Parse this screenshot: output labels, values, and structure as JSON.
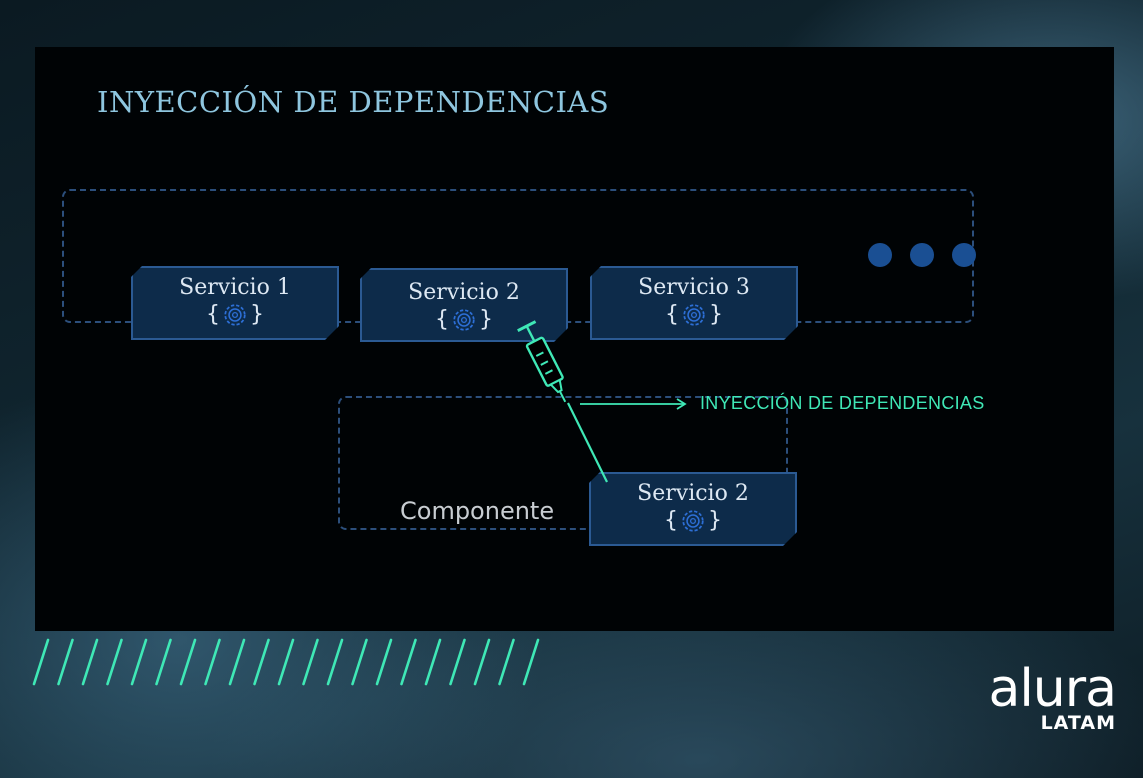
{
  "slide": {
    "title": "INYECCIÓN DE DEPENDENCIAS"
  },
  "services": [
    {
      "name": "Servicio 1",
      "brace_open": "{",
      "brace_close": "}",
      "icon": "gear-icon"
    },
    {
      "name": "Servicio 2",
      "brace_open": "{",
      "brace_close": "}",
      "icon": "gear-icon"
    },
    {
      "name": "Servicio 3",
      "brace_open": "{",
      "brace_close": "}",
      "icon": "gear-icon"
    }
  ],
  "component": {
    "label": "Componente",
    "service": {
      "name": "Servicio 2",
      "brace_open": "{",
      "brace_close": "}",
      "icon": "gear-icon"
    }
  },
  "injection": {
    "label": "INYECCIÓN DE DEPENDENCIAS",
    "icon": "syringe-icon"
  },
  "more_indicator": {
    "icon": "ellipsis-dots-icon"
  },
  "brand": {
    "name": "alura",
    "region": "LATAM"
  },
  "colors": {
    "title": "#8ec6df",
    "accent": "#3fe8b6",
    "card_bg": "#0d2b4a",
    "card_border": "#2b5a93",
    "group_border": "#2c4f7c"
  }
}
